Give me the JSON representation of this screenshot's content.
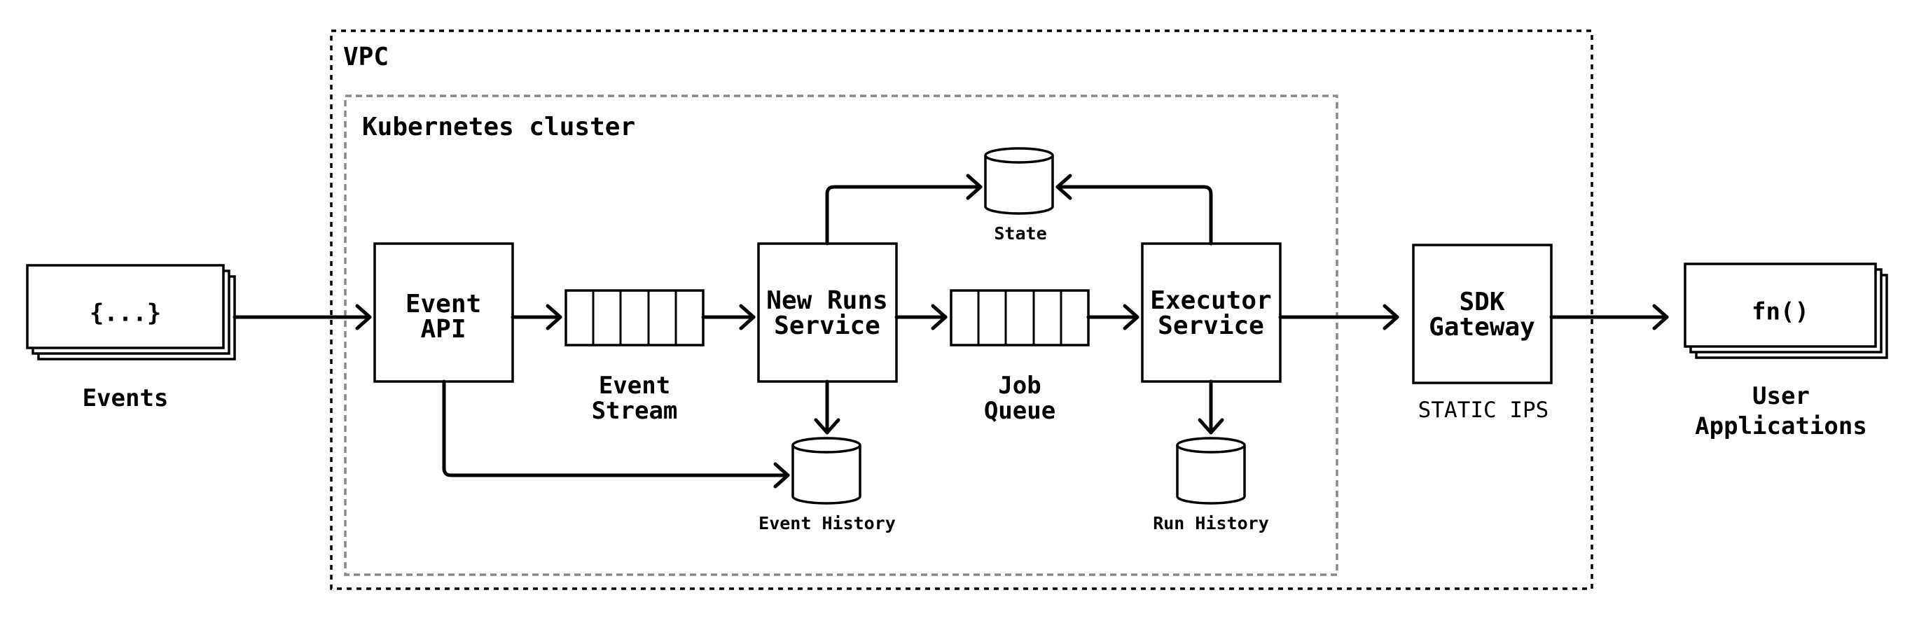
{
  "vpc": {
    "label": "VPC"
  },
  "cluster": {
    "label": "Kubernetes cluster"
  },
  "events": {
    "card_text": "{...}",
    "label": "Events"
  },
  "event_api": {
    "line1": "Event",
    "line2": "API"
  },
  "event_stream": {
    "line1": "Event",
    "line2": "Stream"
  },
  "new_runs_service": {
    "line1": "New Runs",
    "line2": "Service"
  },
  "job_queue": {
    "line1": "Job",
    "line2": "Queue"
  },
  "executor_service": {
    "line1": "Executor",
    "line2": "Service"
  },
  "sdk_gateway": {
    "line1": "SDK",
    "line2": "Gateway",
    "note": "STATIC IPS"
  },
  "state_db": {
    "label": "State"
  },
  "event_history_db": {
    "label": "Event History"
  },
  "run_history_db": {
    "label": "Run History"
  },
  "user_applications": {
    "card_text": "fn()",
    "line1": "User",
    "line2": "Applications"
  },
  "colors": {
    "stroke": "#000000",
    "background": "#ffffff",
    "cluster_border": "#888888"
  }
}
